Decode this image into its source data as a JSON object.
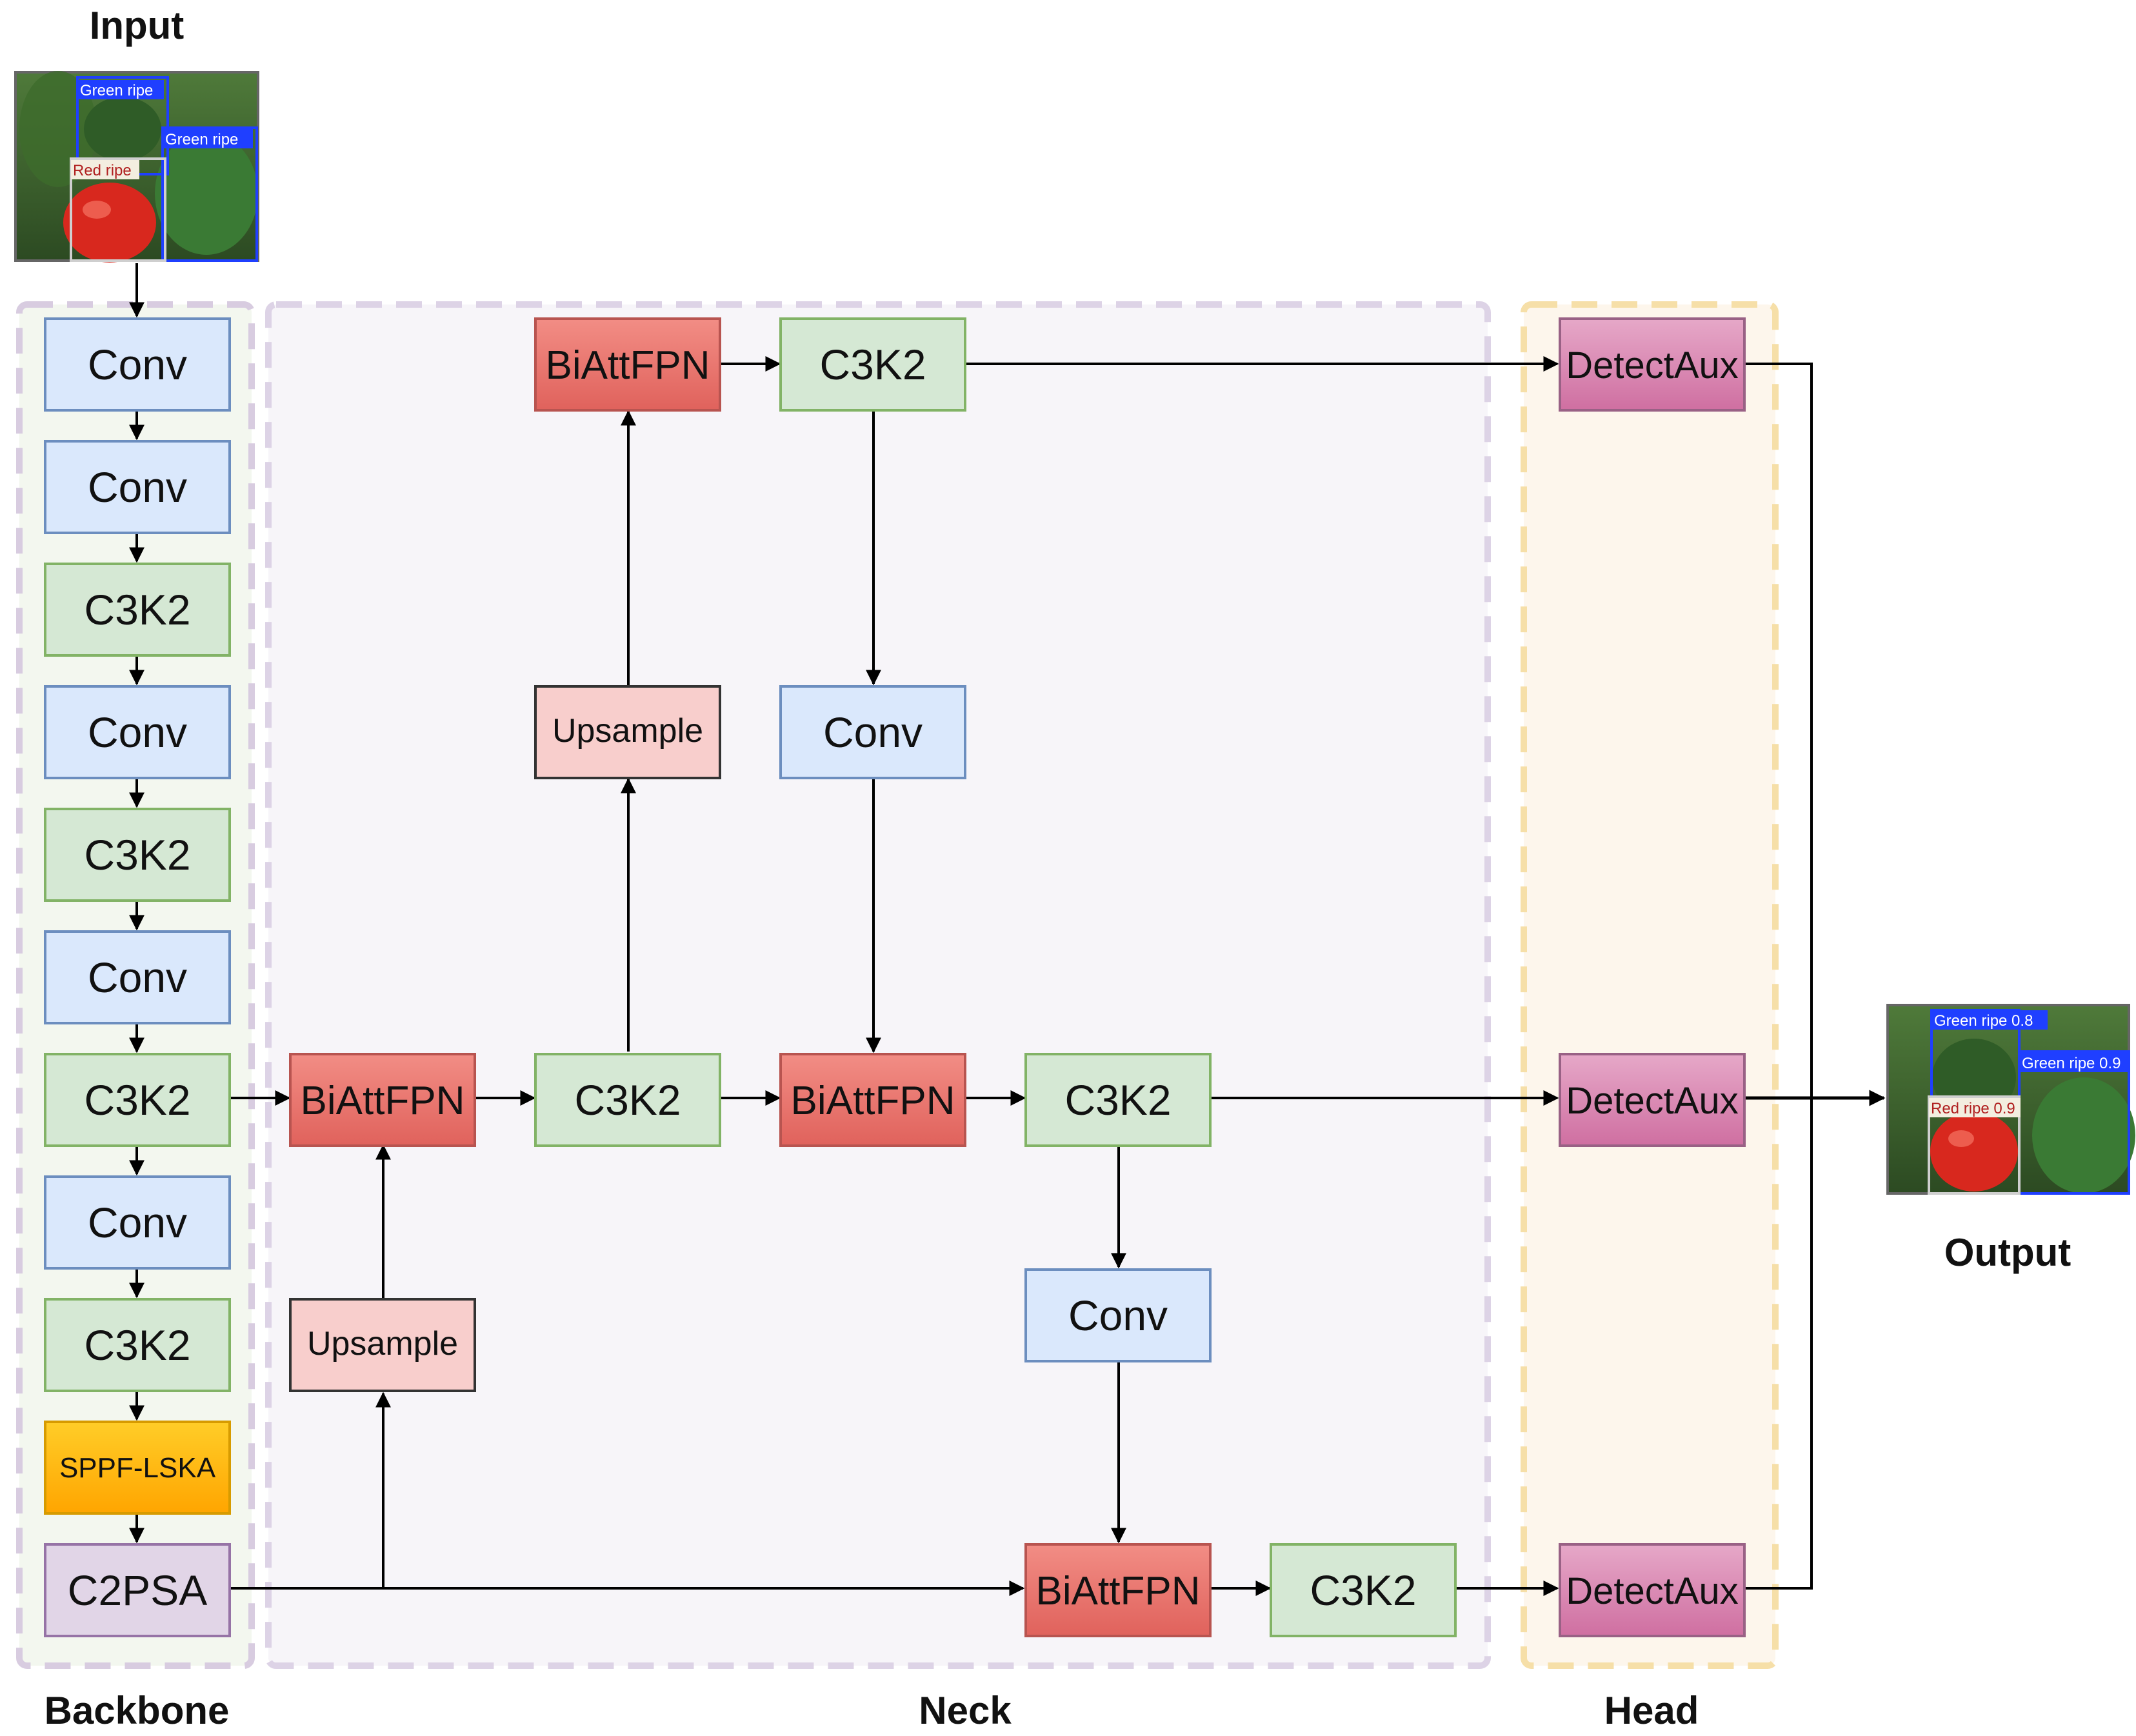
{
  "labels": {
    "input": "Input",
    "output": "Output",
    "backbone": "Backbone",
    "neck": "Neck",
    "head": "Head"
  },
  "colors": {
    "conv": "#dae8fc",
    "conv_border": "#6c8ebf",
    "c3k2": "#d5e8d4",
    "c3k2_border": "#82b366",
    "biatt": "#e8706a",
    "biatt_border": "#b85450",
    "upsample": "#f8cecc",
    "upsample_border": "#333333",
    "sppf": "#ffb300",
    "sppf_border": "#d79b00",
    "c2psa": "#e1d5e7",
    "c2psa_border": "#9673a6",
    "detect": "#d882ac",
    "detect_border": "#996185",
    "backbone_region": "#f3f7ef",
    "neck_region": "#f7f5f9",
    "head_region": "#fdf6ec"
  },
  "input_image": {
    "boxes": [
      "Green ripe",
      "Green ripe",
      "Red ripe"
    ]
  },
  "output_image": {
    "boxes": [
      "Green ripe 0.8",
      "Green ripe 0.9",
      "Red ripe 0.9"
    ]
  },
  "backbone": {
    "blocks": [
      "Conv",
      "Conv",
      "C3K2",
      "Conv",
      "C3K2",
      "Conv",
      "C3K2",
      "Conv",
      "C3K2",
      "SPPF-LSKA",
      "C2PSA"
    ]
  },
  "neck": {
    "biattfpn_1": "BiAttFPN",
    "c3k2_1": "C3K2",
    "upsample_1": "Upsample",
    "biattfpn_2": "BiAttFPN",
    "c3k2_2": "C3K2",
    "upsample_2": "Upsample",
    "conv_1": "Conv",
    "biattfpn_3": "BiAttFPN",
    "c3k2_3": "C3K2",
    "conv_2": "Conv",
    "biattfpn_4": "BiAttFPN",
    "c3k2_4": "C3K2"
  },
  "head": {
    "detect_1": "DetectAux",
    "detect_2": "DetectAux",
    "detect_3": "DetectAux"
  }
}
